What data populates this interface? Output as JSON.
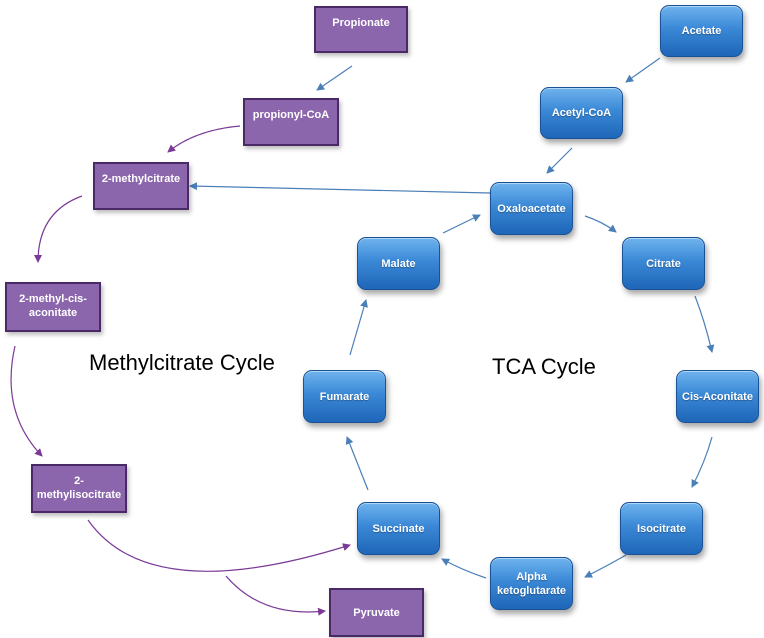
{
  "labels": {
    "methylcitrate_cycle": "Methylcitrate Cycle",
    "tca_cycle": "TCA Cycle"
  },
  "methylcitrate_nodes": {
    "propionate": "Propionate",
    "propionyl_coa": "propionyl-CoA",
    "methylcitrate": "2-methylcitrate",
    "methyl_cis_aconitate": "2-methyl-cis-aconitate",
    "methylisocitrate": "2-methylisocitrate",
    "pyruvate": "Pyruvate"
  },
  "tca_nodes": {
    "acetate": "Acetate",
    "acetyl_coa": "Acetyl-CoA",
    "oxaloacetate": "Oxaloacetate",
    "citrate": "Citrate",
    "cis_aconitate": "Cis-Aconitate",
    "isocitrate": "Isocitrate",
    "alpha_ketoglutarate": "Alpha ketoglutarate",
    "succinate": "Succinate",
    "fumarate": "Fumarate",
    "malate": "Malate"
  },
  "colors": {
    "methylcitrate_box": "#8c66ad",
    "methylcitrate_border": "#4a2a66",
    "tca_box": "#3a88d6",
    "tca_arrow": "#4a7fb8",
    "methylcitrate_arrow": "#7a3a96"
  }
}
